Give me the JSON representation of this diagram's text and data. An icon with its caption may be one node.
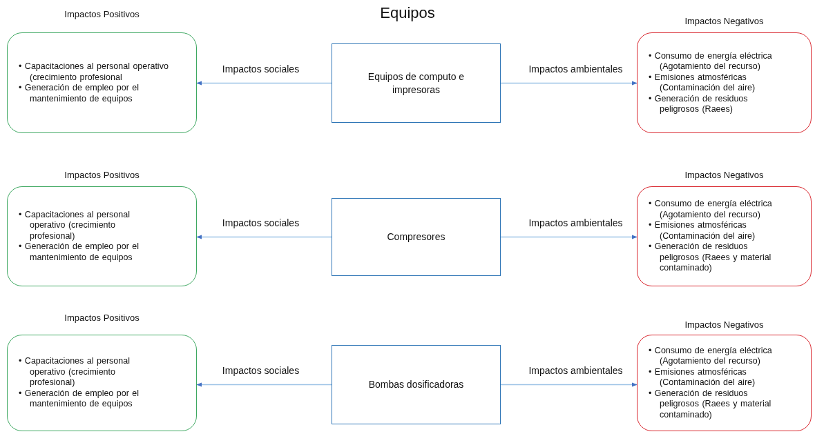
{
  "diagram": {
    "title": "Equipos",
    "nodes": [
      {
        "text": [
          "Impactos Positivos",
          "• Capacitaciones al personal operativo (crecimiento profesional",
          "• Generación de empleo por el mantenimiento de equipos"
        ]
      },
      {
        "text": [
          "Equipos de computo e impresoras"
        ]
      },
      {
        "text": [
          "Impactos Negativos",
          "• Consumo de energía eléctrica (Agotamiento del recurso)",
          "• Emisiones atmosféricas (Contaminación del aire)",
          "• Generación de residuos peligrosos (Raees)"
        ]
      },
      {
        "text": [
          "Impactos Positivos",
          "• Capacitaciones al personal operativo (crecimiento profesional)",
          "• Generación de empleo por el mantenimiento de equipos"
        ]
      },
      {
        "text": [
          "Compresores"
        ]
      },
      {
        "text": [
          "Impactos Negativos",
          "• Consumo de energía eléctrica (Agotamiento del recurso)",
          "• Emisiones atmosféricas (Contaminación del aire)",
          "• Generación de residuos peligrosos (Raees y material contaminado)"
        ]
      },
      {
        "text": [
          "Impactos Positivos",
          "• Capacitaciones al personal operativo (crecimiento profesional)",
          "• Generación de empleo por el mantenimiento de equipos"
        ]
      },
      {
        "text": [
          "Bombas dosificadoras"
        ]
      },
      {
        "text": [
          "Impactos Negativos",
          "• Consumo de energía eléctrica (Agotamiento del recurso)",
          "• Emisiones atmosféricas (Contaminación del aire)",
          "• Generación de residuos peligrosos (Raees y material contaminado)"
        ]
      }
    ],
    "edges": [
      {
        "from": 1,
        "to": 0,
        "arrow": "to",
        "label": "Impactos sociales"
      },
      {
        "from": 1,
        "to": 2,
        "arrow": "to",
        "label": "Impactos ambientales"
      },
      {
        "from": 4,
        "to": 3,
        "arrow": "to",
        "label": "Impactos sociales"
      },
      {
        "from": 4,
        "to": 5,
        "arrow": "to",
        "label": "Impactos ambientales"
      },
      {
        "from": 7,
        "to": 6,
        "arrow": "to",
        "label": "Impactos sociales"
      },
      {
        "from": 7,
        "to": 8,
        "arrow": "to",
        "label": "Impactos ambientales"
      }
    ]
  }
}
